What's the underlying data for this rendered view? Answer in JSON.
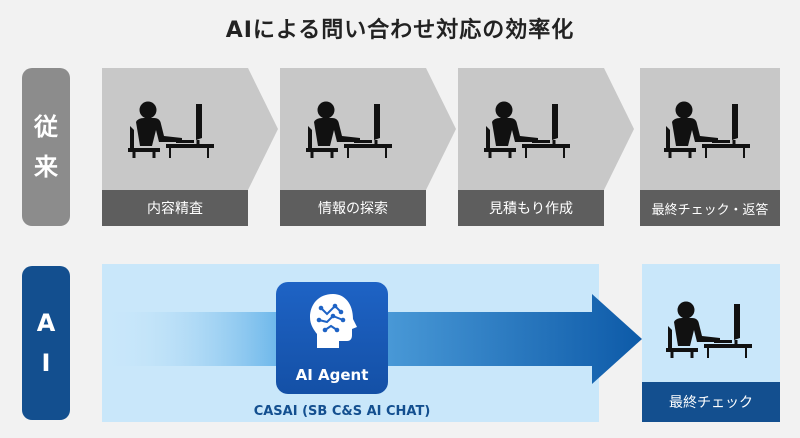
{
  "title": "AIによる問い合わせ対応の効率化",
  "rows": {
    "traditional": {
      "label_chars": [
        "従",
        "来"
      ]
    },
    "ai": {
      "label_chars": [
        "A",
        "I"
      ]
    }
  },
  "traditional_steps": [
    {
      "label": "内容精査"
    },
    {
      "label": "情報の探索"
    },
    {
      "label": "見積もり作成"
    },
    {
      "label": "最終チェック・返答"
    }
  ],
  "ai_flow": {
    "agent_label": "AI Agent",
    "product_name": "CASAI (SB C&S AI CHAT)",
    "final_step": "最終チェック"
  },
  "colors": {
    "traditional_label": "#8c8c8c",
    "traditional_chevron": "#c8c8c8",
    "traditional_bar": "#5e5e5e",
    "ai_dark_blue": "#134f8f",
    "ai_light_blue": "#c9e7fa",
    "agent_blue": "#1e63c5"
  },
  "icons": [
    "person-at-computer-icon",
    "brain-head-icon"
  ]
}
